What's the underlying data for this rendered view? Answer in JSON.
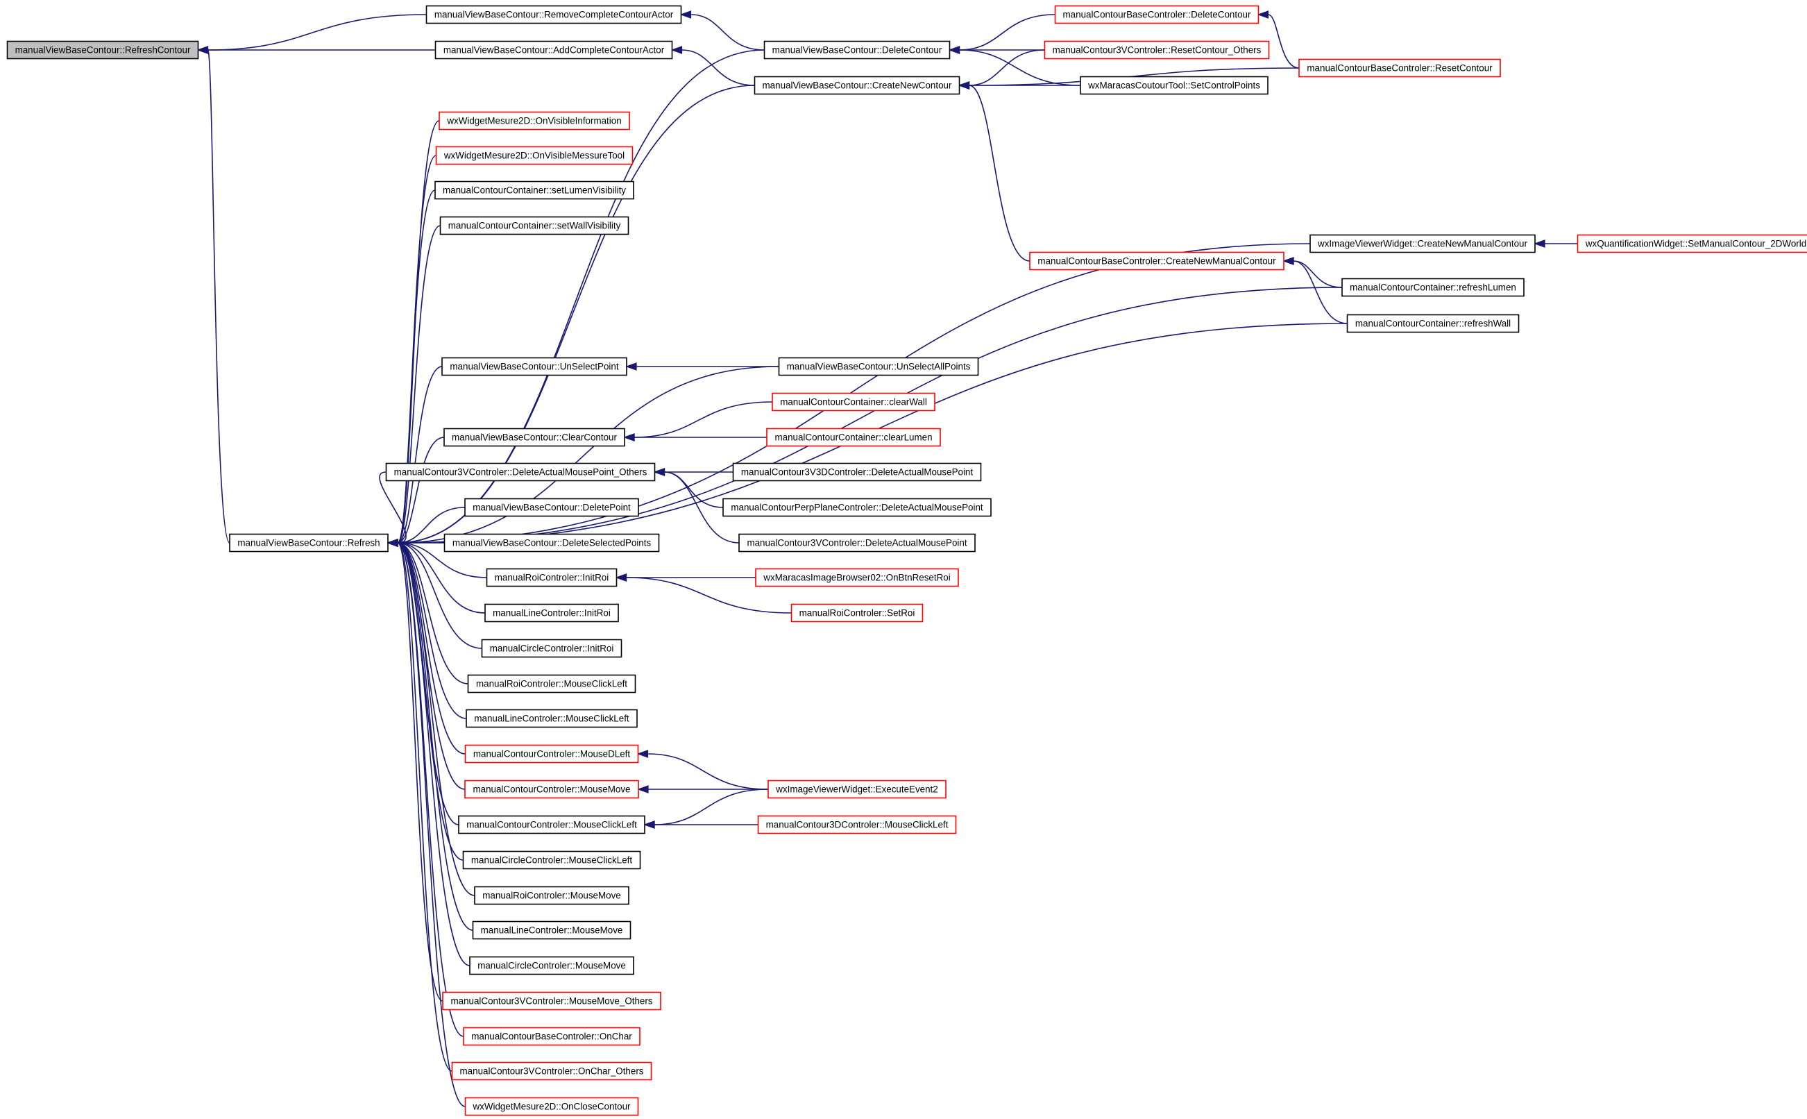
{
  "graph": {
    "root": "n0",
    "colors": {
      "edge": "#191970",
      "node_border_black": "#000000",
      "node_border_red": "#ff0000",
      "root_fill": "#bfbfbf",
      "node_fill": "#ffffff"
    },
    "nodes": [
      {
        "id": "n0",
        "label": "manualViewBaseContour::RefreshContour",
        "border": "black",
        "root": true
      },
      {
        "id": "n1",
        "label": "manualViewBaseContour::RemoveCompleteContourActor",
        "border": "black"
      },
      {
        "id": "n2",
        "label": "manualViewBaseContour::AddCompleteContourActor",
        "border": "black"
      },
      {
        "id": "n3",
        "label": "manualViewBaseContour::Refresh",
        "border": "black"
      },
      {
        "id": "n4",
        "label": "manualViewBaseContour::DeleteContour",
        "border": "black"
      },
      {
        "id": "n5",
        "label": "manualViewBaseContour::CreateNewContour",
        "border": "black"
      },
      {
        "id": "n6",
        "label": "manualContourBaseControler::DeleteContour",
        "border": "red"
      },
      {
        "id": "n7",
        "label": "manualContour3VControler::ResetContour_Others",
        "border": "red"
      },
      {
        "id": "n8",
        "label": "wxMaracasCoutourTool::SetControlPoints",
        "border": "black"
      },
      {
        "id": "n9",
        "label": "manualContourBaseControler::ResetContour",
        "border": "red"
      },
      {
        "id": "n10",
        "label": "wxWidgetMesure2D::OnVisibleInformation",
        "border": "red"
      },
      {
        "id": "n11",
        "label": "wxWidgetMesure2D::OnVisibleMessureTool",
        "border": "red"
      },
      {
        "id": "n12",
        "label": "manualContourContainer::setLumenVisibility",
        "border": "black"
      },
      {
        "id": "n13",
        "label": "manualContourContainer::setWallVisibility",
        "border": "black"
      },
      {
        "id": "n14",
        "label": "wxImageViewerWidget::CreateNewManualContour",
        "border": "black"
      },
      {
        "id": "n15",
        "label": "wxQuantificationWidget::SetManualContour_2DWorld",
        "border": "red"
      },
      {
        "id": "n16",
        "label": "manualContourBaseControler::CreateNewManualContour",
        "border": "red"
      },
      {
        "id": "n17",
        "label": "manualContourContainer::refreshLumen",
        "border": "black"
      },
      {
        "id": "n18",
        "label": "manualContourContainer::refreshWall",
        "border": "black"
      },
      {
        "id": "n19",
        "label": "manualViewBaseContour::UnSelectPoint",
        "border": "black"
      },
      {
        "id": "n20",
        "label": "manualViewBaseContour::UnSelectAllPoints",
        "border": "black"
      },
      {
        "id": "n21",
        "label": "manualContourContainer::clearWall",
        "border": "red"
      },
      {
        "id": "n22",
        "label": "manualViewBaseContour::ClearContour",
        "border": "black"
      },
      {
        "id": "n23",
        "label": "manualContourContainer::clearLumen",
        "border": "red"
      },
      {
        "id": "n24",
        "label": "manualContour3VControler::DeleteActualMousePoint_Others",
        "border": "black"
      },
      {
        "id": "n25",
        "label": "manualContour3V3DControler::DeleteActualMousePoint",
        "border": "black"
      },
      {
        "id": "n26",
        "label": "manualViewBaseContour::DeletePoint",
        "border": "black"
      },
      {
        "id": "n27",
        "label": "manualContourPerpPlaneControler::DeleteActualMousePoint",
        "border": "black"
      },
      {
        "id": "n28",
        "label": "manualViewBaseContour::DeleteSelectedPoints",
        "border": "black"
      },
      {
        "id": "n29",
        "label": "manualContour3VControler::DeleteActualMousePoint",
        "border": "black"
      },
      {
        "id": "n30",
        "label": "manualRoiControler::InitRoi",
        "border": "black"
      },
      {
        "id": "n31",
        "label": "wxMaracasImageBrowser02::OnBtnResetRoi",
        "border": "red"
      },
      {
        "id": "n32",
        "label": "manualLineControler::InitRoi",
        "border": "black"
      },
      {
        "id": "n33",
        "label": "manualRoiControler::SetRoi",
        "border": "red"
      },
      {
        "id": "n34",
        "label": "manualCircleControler::InitRoi",
        "border": "black"
      },
      {
        "id": "n35",
        "label": "manualRoiControler::MouseClickLeft",
        "border": "black"
      },
      {
        "id": "n36",
        "label": "manualLineControler::MouseClickLeft",
        "border": "black"
      },
      {
        "id": "n37",
        "label": "manualContourControler::MouseDLeft",
        "border": "red"
      },
      {
        "id": "n38",
        "label": "manualContourControler::MouseMove",
        "border": "red"
      },
      {
        "id": "n39",
        "label": "wxImageViewerWidget::ExecuteEvent2",
        "border": "red"
      },
      {
        "id": "n40",
        "label": "manualContourControler::MouseClickLeft",
        "border": "black"
      },
      {
        "id": "n41",
        "label": "manualContour3DControler::MouseClickLeft",
        "border": "red"
      },
      {
        "id": "n42",
        "label": "manualCircleControler::MouseClickLeft",
        "border": "black"
      },
      {
        "id": "n43",
        "label": "manualRoiControler::MouseMove",
        "border": "black"
      },
      {
        "id": "n44",
        "label": "manualLineControler::MouseMove",
        "border": "black"
      },
      {
        "id": "n45",
        "label": "manualCircleControler::MouseMove",
        "border": "black"
      },
      {
        "id": "n46",
        "label": "manualContour3VControler::MouseMove_Others",
        "border": "red"
      },
      {
        "id": "n47",
        "label": "manualContourBaseControler::OnChar",
        "border": "red"
      },
      {
        "id": "n48",
        "label": "manualContour3VControler::OnChar_Others",
        "border": "red"
      },
      {
        "id": "n49",
        "label": "wxWidgetMesure2D::OnCloseContour",
        "border": "red"
      }
    ],
    "edges": [
      {
        "from": "n1",
        "to": "n0"
      },
      {
        "from": "n2",
        "to": "n0"
      },
      {
        "from": "n3",
        "to": "n0"
      },
      {
        "from": "n4",
        "to": "n1"
      },
      {
        "from": "n5",
        "to": "n2"
      },
      {
        "from": "n4",
        "to": "n3"
      },
      {
        "from": "n5",
        "to": "n3"
      },
      {
        "from": "n6",
        "to": "n4"
      },
      {
        "from": "n7",
        "to": "n4"
      },
      {
        "from": "n8",
        "to": "n4"
      },
      {
        "from": "n7",
        "to": "n5"
      },
      {
        "from": "n8",
        "to": "n5"
      },
      {
        "from": "n9",
        "to": "n5"
      },
      {
        "from": "n16",
        "to": "n5"
      },
      {
        "from": "n9",
        "to": "n6"
      },
      {
        "from": "n10",
        "to": "n3"
      },
      {
        "from": "n11",
        "to": "n3"
      },
      {
        "from": "n12",
        "to": "n3"
      },
      {
        "from": "n13",
        "to": "n3"
      },
      {
        "from": "n14",
        "to": "n3"
      },
      {
        "from": "n17",
        "to": "n3"
      },
      {
        "from": "n18",
        "to": "n3"
      },
      {
        "from": "n15",
        "to": "n14"
      },
      {
        "from": "n17",
        "to": "n16"
      },
      {
        "from": "n18",
        "to": "n16"
      },
      {
        "from": "n19",
        "to": "n3"
      },
      {
        "from": "n20",
        "to": "n19"
      },
      {
        "from": "n20",
        "to": "n3"
      },
      {
        "from": "n22",
        "to": "n3"
      },
      {
        "from": "n21",
        "to": "n22"
      },
      {
        "from": "n23",
        "to": "n22"
      },
      {
        "from": "n24",
        "to": "n3"
      },
      {
        "from": "n25",
        "to": "n24"
      },
      {
        "from": "n27",
        "to": "n24"
      },
      {
        "from": "n29",
        "to": "n24"
      },
      {
        "from": "n26",
        "to": "n3"
      },
      {
        "from": "n28",
        "to": "n3"
      },
      {
        "from": "n30",
        "to": "n3"
      },
      {
        "from": "n31",
        "to": "n30"
      },
      {
        "from": "n33",
        "to": "n30"
      },
      {
        "from": "n32",
        "to": "n3"
      },
      {
        "from": "n34",
        "to": "n3"
      },
      {
        "from": "n35",
        "to": "n3"
      },
      {
        "from": "n36",
        "to": "n3"
      },
      {
        "from": "n37",
        "to": "n3"
      },
      {
        "from": "n38",
        "to": "n3"
      },
      {
        "from": "n40",
        "to": "n3"
      },
      {
        "from": "n39",
        "to": "n37"
      },
      {
        "from": "n39",
        "to": "n38"
      },
      {
        "from": "n39",
        "to": "n40"
      },
      {
        "from": "n41",
        "to": "n40"
      },
      {
        "from": "n42",
        "to": "n3"
      },
      {
        "from": "n43",
        "to": "n3"
      },
      {
        "from": "n44",
        "to": "n3"
      },
      {
        "from": "n45",
        "to": "n3"
      },
      {
        "from": "n46",
        "to": "n3"
      },
      {
        "from": "n47",
        "to": "n3"
      },
      {
        "from": "n48",
        "to": "n3"
      },
      {
        "from": "n49",
        "to": "n3"
      }
    ]
  }
}
